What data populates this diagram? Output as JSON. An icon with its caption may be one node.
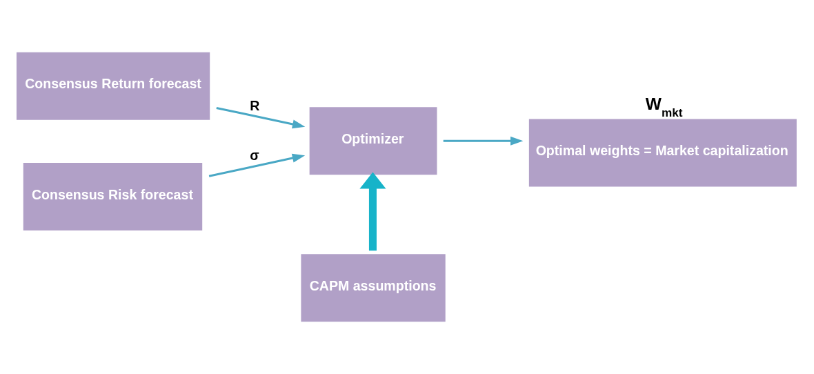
{
  "diagram": {
    "nodes": [
      {
        "text": [
          "Consensus Return forecast"
        ]
      },
      {
        "text": [
          "Consensus Risk forecast"
        ]
      },
      {
        "text": [
          "Optimizer"
        ]
      },
      {
        "text": [
          "CAPM assumptions"
        ]
      },
      {
        "text": [
          "W$_{mkt}$",
          "Optimal weights = Market capitalization"
        ]
      }
    ],
    "edges": [
      {
        "from": 0,
        "to": 2,
        "arrow": "to",
        "label": "R"
      },
      {
        "from": 1,
        "to": 2,
        "arrow": "to",
        "label": "σ"
      },
      {
        "from": 3,
        "to": 2,
        "arrow": "to",
        "style": "thick",
        "color": "#17b3c9"
      },
      {
        "from": 2,
        "to": 4,
        "arrow": "to"
      }
    ]
  }
}
